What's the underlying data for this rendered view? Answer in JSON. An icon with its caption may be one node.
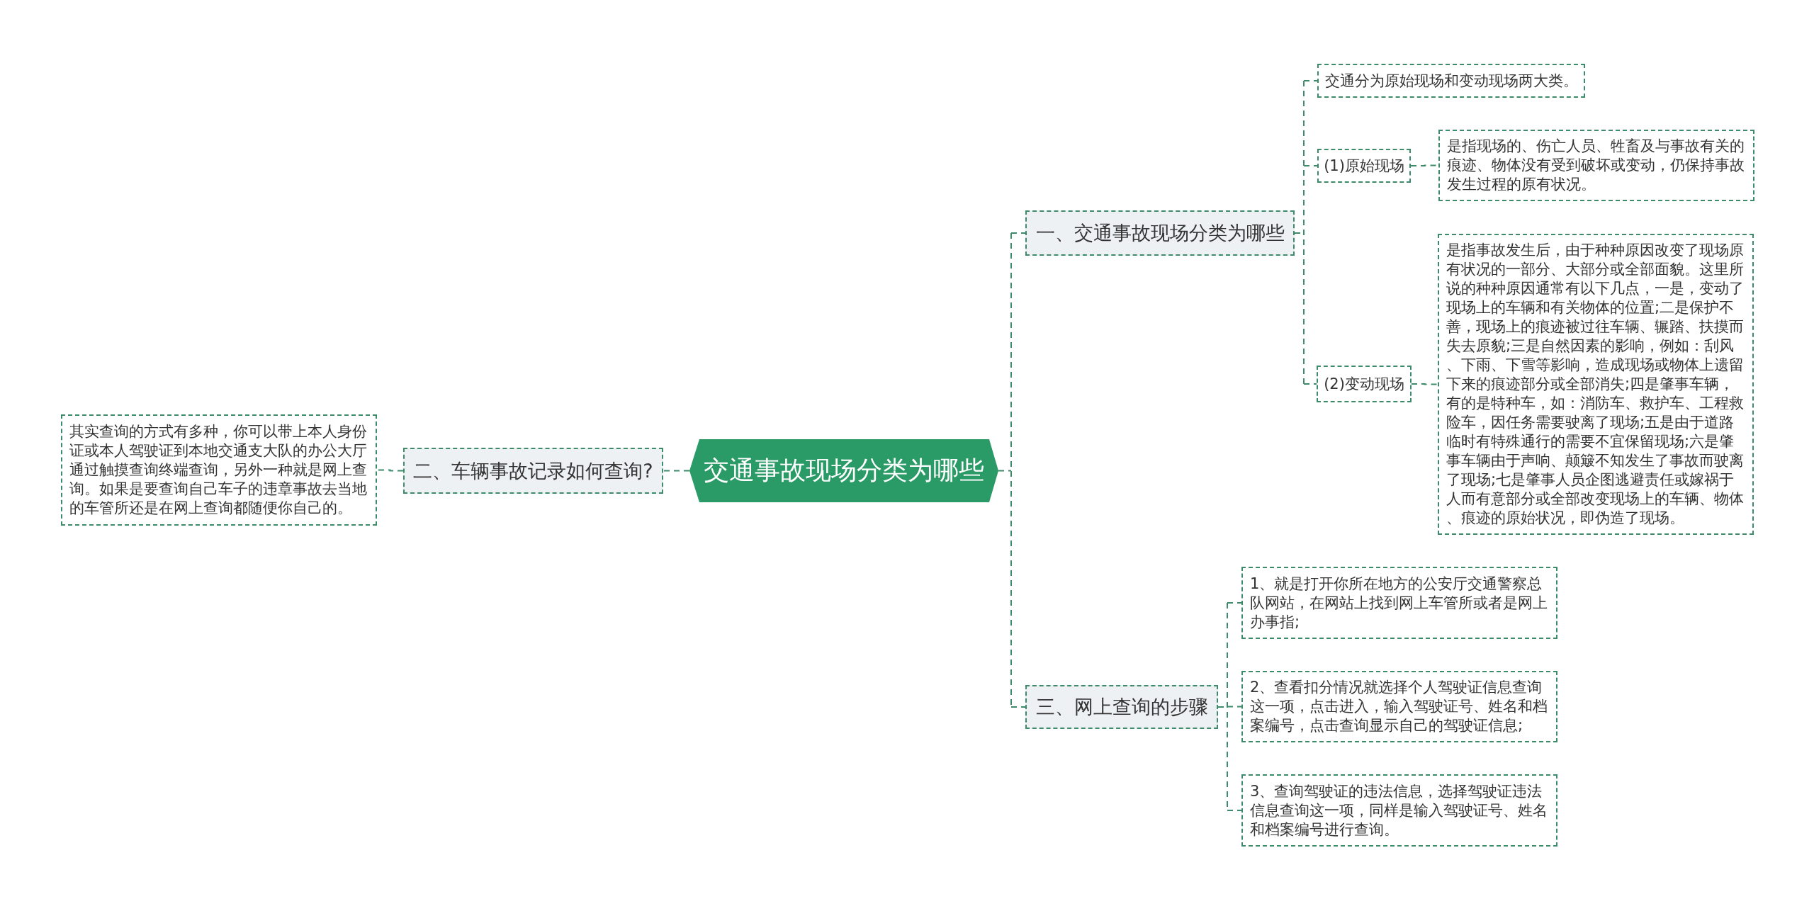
{
  "diagram": {
    "nodes": [
      {
        "text": [
          "交通事故现场分类为哪些"
        ]
      },
      {
        "text": [
          "一、交通事故现场分类为哪些"
        ]
      },
      {
        "text": [
          "交通分为原始现场和变动现场两大类。"
        ]
      },
      {
        "text": [
          "(1)原始现场"
        ]
      },
      {
        "text": [
          "是指现场的、伤亡人员、牲畜及与事故有关的痕迹、物体没有受到破坏或变动，仍保持事故发生过程的原有状况。"
        ]
      },
      {
        "text": [
          "(2)变动现场"
        ]
      },
      {
        "text": [
          "是指事故发生后，由于种种原因改变了现场原有状况的一部分、大部分或全部面貌。这里所说的种种原因通常有以下几点，一是，变动了现场上的车辆和有关物体的位置;二是保护不善，现场上的痕迹被过往车辆、辗踏、扶摸而失去原貌;三是自然因素的影响，例如：刮风、下雨、下雪等影响，造成现场或物体上遗留下来的痕迹部分或全部消失;四是肇事车辆，有的是特种车，如：消防车、救护车、工程救险车，因任务需要驶离了现场;五是由于道路临时有特殊通行的需要不宜保留现场;六是肇事车辆由于声响、颠簸不知发生了事故而驶离了现场;七是肇事人员企图逃避责任或嫁祸于人而有意部分或全部改变现场上的车辆、物体、痕迹的原始状况，即伪造了现场。"
        ]
      },
      {
        "text": [
          "二、车辆事故记录如何查询?"
        ]
      },
      {
        "text": [
          "其实查询的方式有多种，你可以带上本人身份证或本人驾驶证到本地交通支大队的办公大厅通过触摸查询终端查询，另外一种就是网上查询。如果是要查询自己车子的违章事故去当地的车管所还是在网上查询都随便你自己的。"
        ]
      },
      {
        "text": [
          "三、网上查询的步骤"
        ]
      },
      {
        "text": [
          "1、就是打开你所在地方的公安厅交通警察总队网站，在网站上找到网上车管所或者是网上办事指;"
        ]
      },
      {
        "text": [
          "2、查看扣分情况就选择个人驾驶证信息查询这一项，点击进入，输入驾驶证号、姓名和档案编号，点击查询显示自己的驾驶证信息;"
        ]
      },
      {
        "text": [
          "3、查询驾驶证的违法信息，选择驾驶证违法信息查询这一项，同样是输入驾驶证号、姓名和档案编号进行查询。"
        ]
      }
    ],
    "edges": [
      {
        "from": 0,
        "to": 1,
        "arrow": "none",
        "style": "dashed"
      },
      {
        "from": 1,
        "to": 2,
        "arrow": "none",
        "style": "dashed"
      },
      {
        "from": 1,
        "to": 3,
        "arrow": "none",
        "style": "dashed"
      },
      {
        "from": 3,
        "to": 4,
        "arrow": "none",
        "style": "dashed"
      },
      {
        "from": 1,
        "to": 5,
        "arrow": "none",
        "style": "dashed"
      },
      {
        "from": 5,
        "to": 6,
        "arrow": "none",
        "style": "dashed"
      },
      {
        "from": 0,
        "to": 7,
        "arrow": "none",
        "style": "dashed"
      },
      {
        "from": 7,
        "to": 8,
        "arrow": "none",
        "style": "dashed"
      },
      {
        "from": 0,
        "to": 9,
        "arrow": "none",
        "style": "dashed"
      },
      {
        "from": 9,
        "to": 10,
        "arrow": "none",
        "style": "dashed"
      },
      {
        "from": 9,
        "to": 11,
        "arrow": "none",
        "style": "dashed"
      },
      {
        "from": 9,
        "to": 12,
        "arrow": "none",
        "style": "dashed"
      }
    ]
  }
}
